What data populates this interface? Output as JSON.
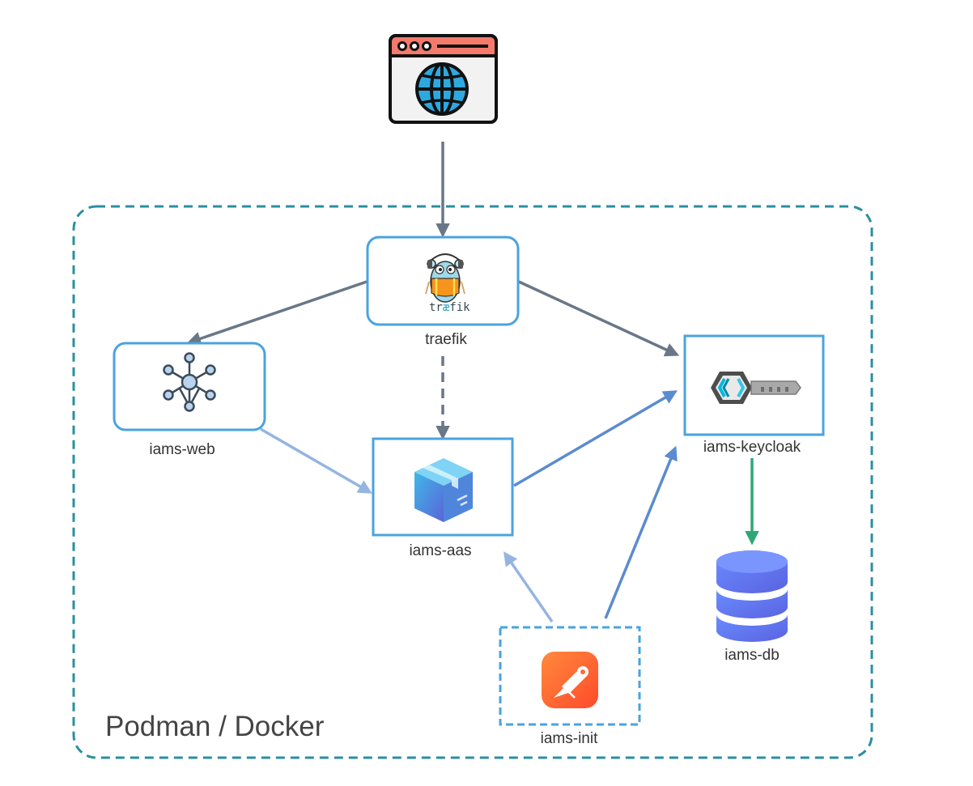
{
  "container": {
    "label": "Podman / Docker",
    "border_color": "#2a8fa0"
  },
  "nodes": {
    "browser": {
      "icon": "browser-globe-icon"
    },
    "traefik": {
      "label": "traefik",
      "logo_text_a": "tr",
      "logo_text_b": "æ",
      "logo_text_c": "fik",
      "icon": "traefik-gopher-icon"
    },
    "web": {
      "label": "iams-web",
      "icon": "network-hub-icon"
    },
    "aas": {
      "label": "iams-aas",
      "icon": "package-box-icon"
    },
    "keycloak": {
      "label": "iams-keycloak",
      "icon": "keycloak-key-icon"
    },
    "db": {
      "label": "iams-db",
      "icon": "database-icon"
    },
    "init": {
      "label": "iams-init",
      "icon": "postman-icon"
    }
  },
  "edges": [
    {
      "from": "browser",
      "to": "traefik",
      "style": "solid"
    },
    {
      "from": "traefik",
      "to": "web",
      "style": "solid"
    },
    {
      "from": "traefik",
      "to": "keycloak",
      "style": "solid"
    },
    {
      "from": "traefik",
      "to": "aas",
      "style": "dashed"
    },
    {
      "from": "web",
      "to": "aas",
      "style": "solid"
    },
    {
      "from": "aas",
      "to": "keycloak",
      "style": "solid"
    },
    {
      "from": "init",
      "to": "aas",
      "style": "solid"
    },
    {
      "from": "init",
      "to": "keycloak",
      "style": "solid"
    },
    {
      "from": "keycloak",
      "to": "db",
      "style": "solid"
    }
  ],
  "colors": {
    "node_border": "#4aa3df",
    "edge_dark": "#697787",
    "edge_blue": "#5b8bd0",
    "edge_light_blue": "#95b5e0",
    "edge_green": "#2ea879",
    "postman_orange": "#ff6c37",
    "db_blue": "#6a7ff5"
  }
}
